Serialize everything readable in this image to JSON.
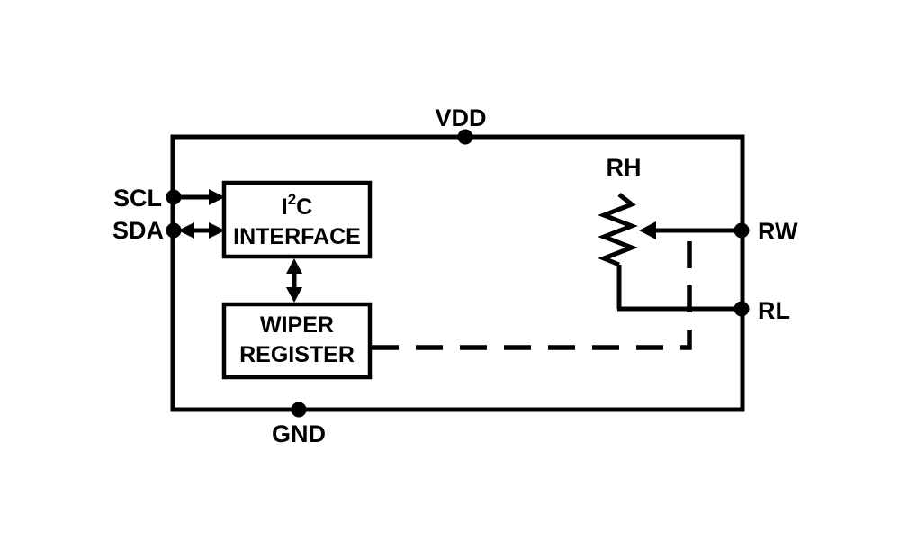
{
  "diagram": {
    "pins": {
      "vdd": "VDD",
      "gnd": "GND",
      "scl": "SCL",
      "sda": "SDA",
      "rh": "RH",
      "rw": "RW",
      "rl": "RL"
    },
    "blocks": {
      "i2c_interface": {
        "name_base": "I",
        "name_sup": "2",
        "name_rest": "C",
        "line2": "INTERFACE"
      },
      "wiper_register": {
        "line1": "WIPER",
        "line2": "REGISTER"
      }
    },
    "colors": {
      "line": "#000000",
      "background": "#ffffff"
    }
  }
}
